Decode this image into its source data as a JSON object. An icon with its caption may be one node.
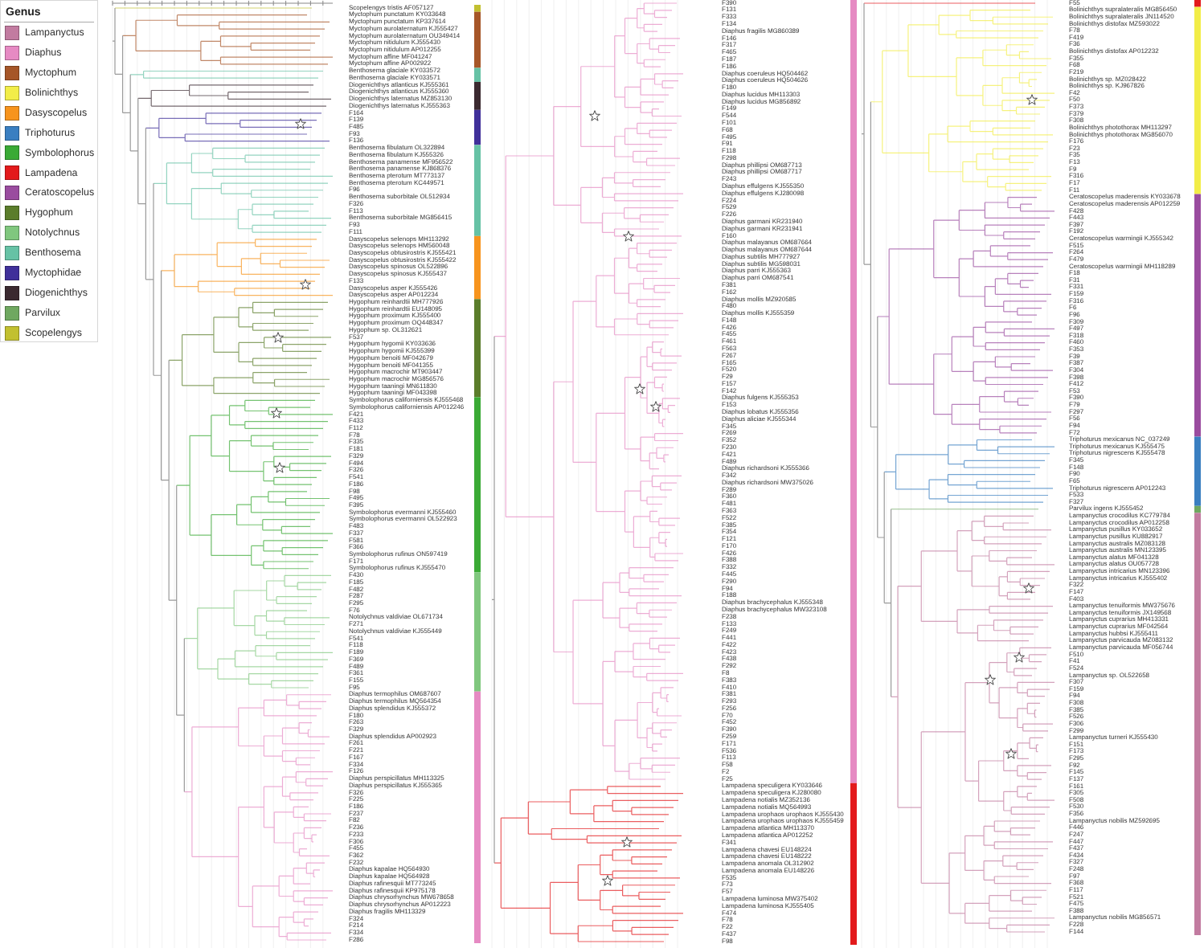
{
  "diagram": {
    "labels": [
      "Genus",
      "Scopelengys tristis AF057127",
      "Myctophum punctatum KY033648",
      "Myctophum punctatum KP337614",
      "Myctophum aurolaternatum KJ555427",
      "Myctophum aurolaternatum OU349414",
      "Myctophum nitidulum KJ555430",
      "Myctophum nitidulum AP012255",
      "Myctophum affine MF041247",
      "Myctophum affine AP002922",
      "Benthosema glaciale KY033572",
      "Benthosema glaciale KY033571",
      "Diogenichthys atlanticus KJ555361",
      "Diogenichthys atlanticus KJ555360",
      "Diogenichthys laternatus MZ853130",
      "Diogenichthys laternatus KJ555363",
      "F164",
      "F139",
      "F485",
      "F93",
      "F136",
      "Benthosema fibulatum OL322894",
      "Benthosema fibulatum KJ555326",
      "Benthosema panamense MF956522",
      "Benthosema panamense KJ868376",
      "Benthosema pterotum MT773137",
      "Benthosema pterotum KC449571",
      "F96",
      "Benthosema suborbitale OL512934",
      "F326",
      "F113",
      "Benthosema suborbitale MG856415",
      "F93",
      "F111",
      "Dasyscopelus selenops MH113292",
      "Dasyscopelus selenops HM560048",
      "Dasyscopelus obtusirostris KJ555421",
      "Dasyscopelus obtusirostris KJ555422",
      "Dasyscopelus spinosus OL522896",
      "Dasyscopelus spinosus KJ555437",
      "F133",
      "Dasyscopelus asper KJ555426",
      "Dasyscopelus asper AP012234",
      "Hygophum reinhardtii MH777926",
      "Hygophum reinhardtii EU148095",
      "Hygophum proximum KJ555400",
      "Hygophum proximum OQ448347",
      "Hygophum sp. OL312621",
      "F537",
      "Hygophum hygomii KY033636",
      "Hygophum hygomii KJ555399",
      "Hygophum benoiti MF042679",
      "Hygophum benoiti MF041355",
      "Hygophum macrochir MT903447",
      "Hygophum macrochir MG856576",
      "Hygophum taaningi MN611830",
      "Hygophum taaningi MF043398",
      "Symbolophorus californiensis KJ555468",
      "Symbolophorus californiensis AP012246",
      "F421",
      "F433",
      "F112",
      "F78",
      "F335",
      "F181",
      "F329",
      "F494",
      "F326",
      "F541",
      "F186",
      "F98",
      "F495",
      "F395",
      "Symbolophorus evermanni KJ555460",
      "Symbolophorus evermanni OL522923",
      "F483",
      "F337",
      "F581",
      "F366",
      "Symbolophorus rufinus ON597419",
      "F171",
      "Symbolophorus rufinus KJ555470",
      "F430",
      "F185",
      "F482",
      "F287",
      "F295",
      "F76",
      "Notolychnus valdiviae OL671734",
      "F271",
      "Notolychnus valdiviae KJ555449",
      "F541",
      "F118",
      "F189",
      "F369",
      "F489",
      "F361",
      "F155",
      "F95",
      "Diaphus termophilus OM687607",
      "Diaphus termophilus MQ564354",
      "Diaphus splendidus KJ555372",
      "F180",
      "F263",
      "F329",
      "Diaphus splendidus AP002923",
      "F261",
      "F221",
      "F167",
      "F334",
      "F126",
      "Diaphus perspicillatus MH113325",
      "Diaphus perspicillatus KJ555365",
      "F326",
      "F225",
      "F186",
      "F237",
      "F82",
      "F236",
      "F233",
      "F306",
      "F455",
      "F362",
      "F232",
      "Diaphus kapalae HQ564930",
      "Diaphus kapalae HQ564928",
      "Diaphus rafinesquii MT773245",
      "Diaphus rafinesquii KP975178",
      "Diaphus chrysorhynchus MW678658",
      "Diaphus chrysorhynchus AP012223",
      "Diaphus fragilis MH113329",
      "F324",
      "F214",
      "F334",
      "F286",
      "F390",
      "F131",
      "F333",
      "F134",
      "Diaphus fragilis MG860389",
      "F146",
      "F317",
      "F465",
      "F187",
      "F186",
      "Diaphus coeruleus HQ504462",
      "Diaphus coeruleus HQ504626",
      "F180",
      "Diaphus lucidus MH113303",
      "Diaphus lucidus MG856892",
      "F149",
      "F544",
      "F101",
      "F68",
      "F495",
      "F91",
      "F118",
      "F298",
      "Diaphus phillipsi OM687713",
      "Diaphus phillipsi OM687717",
      "F243",
      "Diaphus effulgens KJ555350",
      "Diaphus effulgens KJ280098",
      "F224",
      "F529",
      "F226",
      "Diaphus garmani KR231940",
      "Diaphus garmani KR231941",
      "F160",
      "Diaphus malayanus OM687664",
      "Diaphus malayanus OM687644",
      "Diaphus subtilis MH777927",
      "Diaphus subtilis MG598031",
      "Diaphus parri KJ555363",
      "Diaphus parri OM687541",
      "F381",
      "F162",
      "Diaphus mollis MZ920585",
      "F480",
      "Diaphus mollis KJ555359",
      "F148",
      "F426",
      "F455",
      "F461",
      "F563",
      "F267",
      "F165",
      "F520",
      "F29",
      "F157",
      "F142",
      "Diaphus fulgens KJ555353",
      "F153",
      "Diaphus lobatus KJ555356",
      "Diaphus aliciae KJ555344",
      "F345",
      "F269",
      "F352",
      "F230",
      "F421",
      "F489",
      "Diaphus richardsoni KJ555366",
      "F342",
      "Diaphus richardsoni MW375026",
      "F289",
      "F360",
      "F481",
      "F363",
      "F522",
      "F385",
      "F354",
      "F121",
      "F170",
      "F426",
      "F388",
      "F332",
      "F445",
      "F290",
      "F94",
      "F188",
      "Diaphus brachycephalus KJ555348",
      "Diaphus brachycephalus MW323108",
      "F238",
      "F133",
      "F249",
      "F441",
      "F422",
      "F423",
      "F438",
      "F292",
      "F8",
      "F383",
      "F410",
      "F381",
      "F293",
      "F256",
      "F70",
      "F452",
      "F390",
      "F259",
      "F171",
      "F536",
      "F113",
      "F58",
      "F2",
      "F25",
      "Lampadena speculigera KY033646",
      "Lampadena speculigera KJ280080",
      "Lampadena notialis MZ352136",
      "Lampadena notialis MQ564993",
      "Lampadena urophaos urophaos KJ555430",
      "Lampadena urophaos urophaos KJ555459",
      "Lampadena atlantica MH113370",
      "Lampadena atlantica AP012252",
      "F341",
      "Lampadena chavesi EU148224",
      "Lampadena chavesi EU148222",
      "Lampadena anomala OL312902",
      "Lampadena anomala EU148226",
      "F535",
      "F73",
      "F57",
      "Lampadena luminosa MW375402",
      "Lampadena luminosa KJ555405",
      "F474",
      "F78",
      "F22",
      "F437",
      "F98",
      "F55",
      "Bolinichthys supralateralis MG856450",
      "Bolinichthys supralateralis JN114520",
      "Bolinichthys distofax MZ593022",
      "F78",
      "F419",
      "F36",
      "Bolinichthys distofax AP012232",
      "F355",
      "F68",
      "F219",
      "Bolinichthys sp. MZ028422",
      "Bolinichthys sp. KJ967826",
      "F42",
      "F50",
      "F373",
      "F379",
      "F308",
      "Bolinichthys photothorax MH113297",
      "Bolinichthys photothorax MG856070",
      "F176",
      "F23",
      "F35",
      "F13",
      "F9",
      "F316",
      "F17",
      "F11",
      "Ceratoscopelus maderensis KY033678",
      "Ceratoscopelus maderensis AP012259",
      "F428",
      "F443",
      "F397",
      "F192",
      "Ceratoscopelus warmingii KJ555342",
      "F515",
      "F264",
      "F479",
      "Ceratoscopelus warmingii MH118289",
      "F18",
      "F31",
      "F331",
      "F159",
      "F316",
      "F6",
      "F96",
      "F309",
      "F497",
      "F318",
      "F460",
      "F353",
      "F39",
      "F387",
      "F304",
      "F398",
      "F412",
      "F53",
      "F390",
      "F79",
      "F297",
      "F56",
      "F94",
      "F72",
      "Triphoturus mexicanus NC_037249",
      "Triphoturus mexicanus KJ555475",
      "Triphoturus nigrescens KJ555478",
      "F345",
      "F148",
      "F90",
      "F65",
      "Triphoturus nigrescens AP012243",
      "F533",
      "F327",
      "Parvilux ingens KJ555452",
      "Lampanyctus crocodilus KC779784",
      "Lampanyctus crocodilus AP012258",
      "Lampanyctus pusillus KY033652",
      "Lampanyctus pusillus KU882917",
      "Lampanyctus australis MZ083128",
      "Lampanyctus australis MN123395",
      "Lampanyctus alatus MF041328",
      "Lampanyctus alatus OU057728",
      "Lampanyctus intricarius MN123396",
      "Lampanyctus intricarius KJ555402",
      "F322",
      "F147",
      "F403",
      "Lampanyctus tenuiformis MW375676",
      "Lampanyctus tenuiformis JX149568",
      "Lampanyctus cuprarius MH413331",
      "Lampanyctus cuprarius MF042564",
      "Lampanyctus hubbsi KJ555411",
      "Lampanyctus parvicauda MZ083132",
      "Lampanyctus parvicauda MF056744",
      "F510",
      "F41",
      "F524",
      "Lampanyctus sp. OL522658",
      "F307",
      "F159",
      "F94",
      "F308",
      "F385",
      "F526",
      "F306",
      "F299",
      "Lampanyctus turneri KJ555430",
      "F151",
      "F173",
      "F295",
      "F92",
      "F145",
      "F137",
      "F161",
      "F305",
      "F508",
      "F530",
      "F356",
      "Lampanyctus nobilis MZ592695",
      "F446",
      "F247",
      "F447",
      "F437",
      "F434",
      "F327",
      "F248",
      "F97",
      "F368",
      "F117",
      "F521",
      "F475",
      "F388",
      "Lampanyctus nobilis MG856571",
      "F228",
      "F144"
    ],
    "legend": [
      {
        "text": "Lampanyctus",
        "color": "#c27ba0"
      },
      {
        "text": "Diaphus",
        "color": "#e68ac3"
      },
      {
        "text": "Myctophum",
        "color": "#a65628"
      },
      {
        "text": "Bolinichthys",
        "color": "#f2ed48"
      },
      {
        "text": "Dasyscopelus",
        "color": "#f7941d"
      },
      {
        "text": "Triphoturus",
        "color": "#3a7fc1"
      },
      {
        "text": "Symbolophorus",
        "color": "#3aaa35"
      },
      {
        "text": "Lampadena",
        "color": "#e31a1c"
      },
      {
        "text": "Ceratoscopelus",
        "color": "#9a4c9f"
      },
      {
        "text": "Hygophum",
        "color": "#5b7d2b"
      },
      {
        "text": "Notolychnus",
        "color": "#80c77e"
      },
      {
        "text": "Benthosema",
        "color": "#66c2a5"
      },
      {
        "text": "Myctophidae",
        "color": "#40309a"
      },
      {
        "text": "Diogenichthys",
        "color": "#3b2a30"
      },
      {
        "text": "Parvilux",
        "color": "#6fa860"
      },
      {
        "text": "Scopelengys",
        "color": "#c2c030"
      }
    ]
  }
}
